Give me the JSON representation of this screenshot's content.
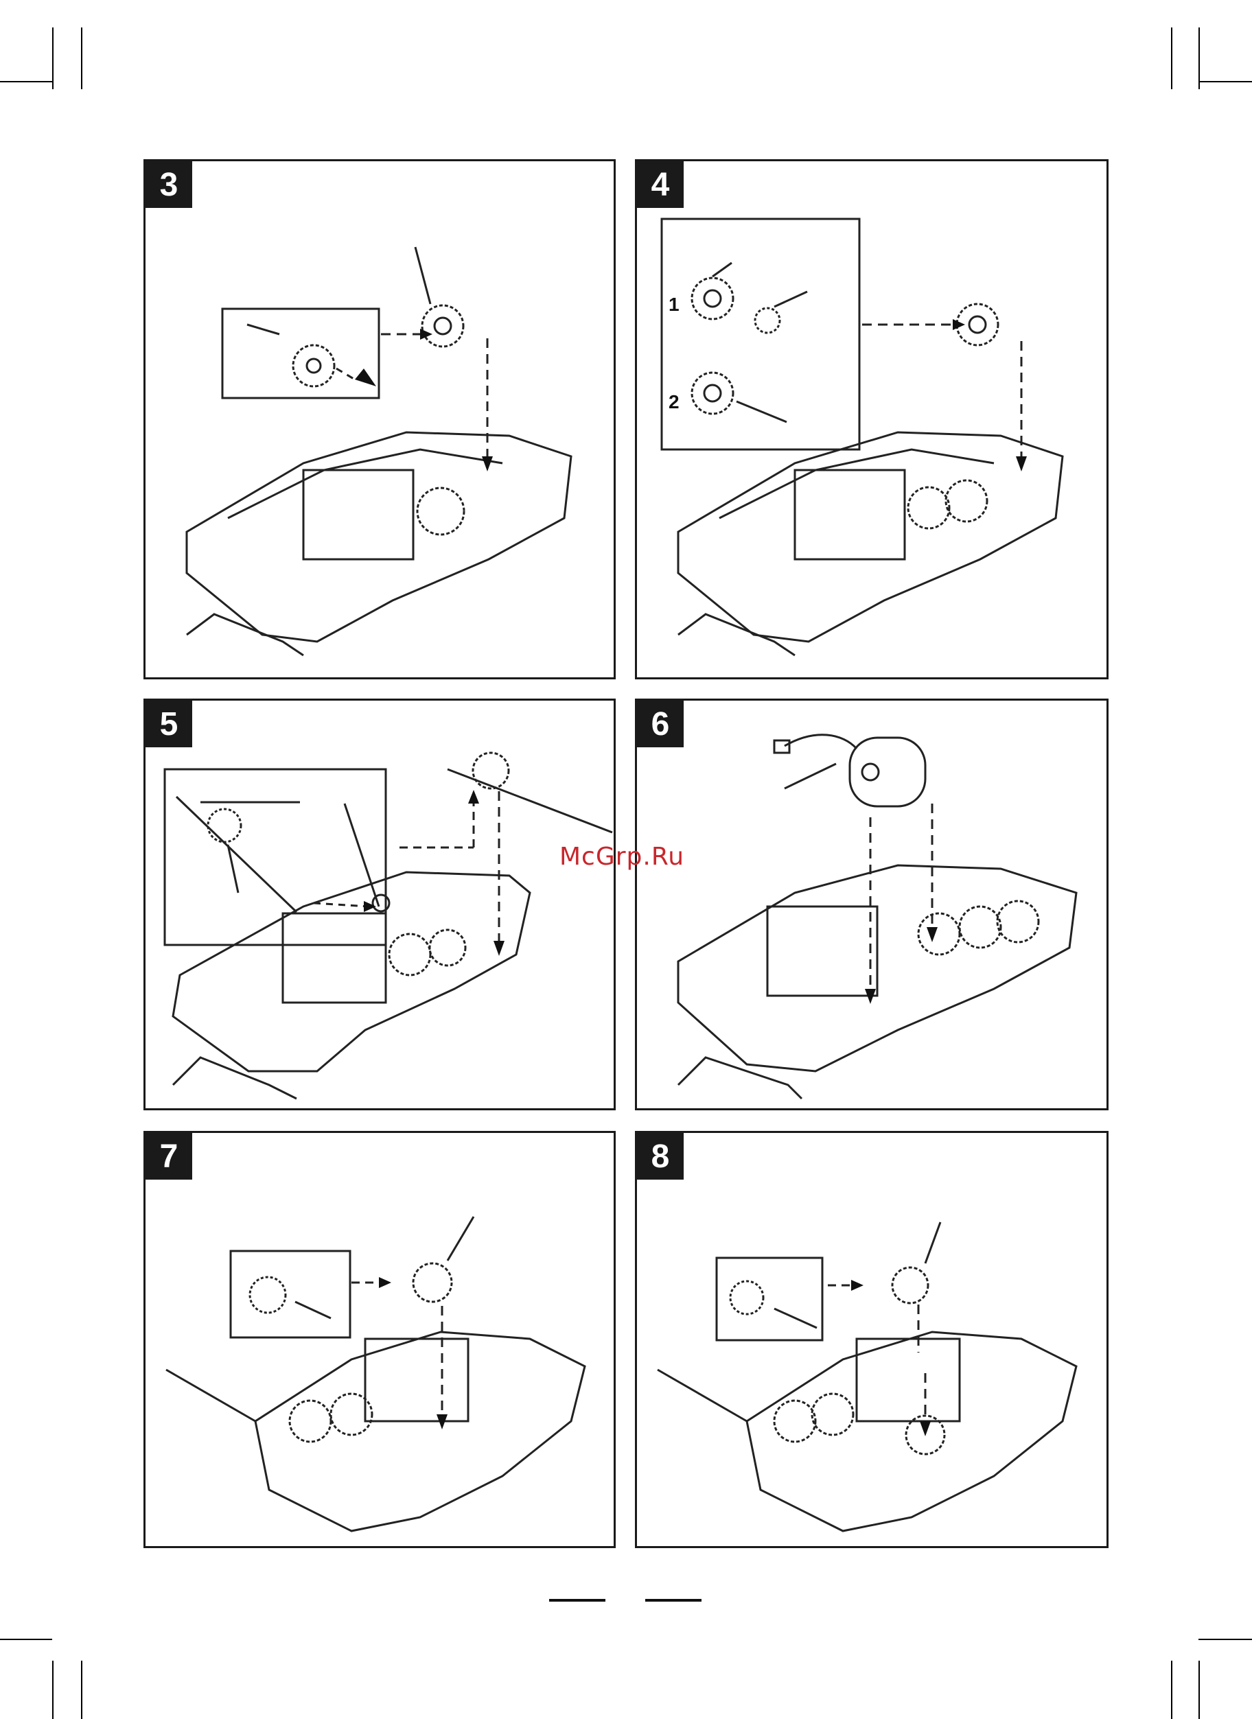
{
  "panels": [
    {
      "number": "3"
    },
    {
      "number": "4",
      "inset_labels": [
        "1",
        "2"
      ]
    },
    {
      "number": "5"
    },
    {
      "number": "6"
    },
    {
      "number": "7"
    },
    {
      "number": "8"
    }
  ],
  "watermark": "McGrp.Ru",
  "colors": {
    "ink": "#1a1a1a",
    "watermark": "#c8262b"
  }
}
